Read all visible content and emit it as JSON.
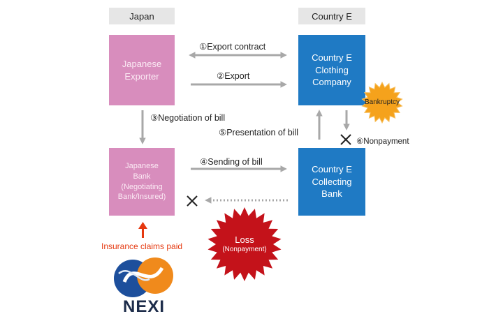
{
  "headers": {
    "left": "Japan",
    "right": "Country E"
  },
  "boxes": {
    "exporter": "Japanese\nExporter",
    "bank": "Japanese\nBank\n(Negotiating\nBank/Insured)",
    "clothing": "Country E\nClothing\nCompany",
    "collecting": "Country E\nCollecting\nBank"
  },
  "flows": {
    "f1": "①Export contract",
    "f2": "②Export",
    "f3": "③Negotiation of bill",
    "f4": "④Sending of bill",
    "f5": "⑤Presentation of bill",
    "f6": "⑥Nonpayment"
  },
  "burst_bankruptcy": "Bankruptcy",
  "burst_loss": {
    "title": "Loss",
    "sub": "(Nonpayment)"
  },
  "insurance": "Insurance claims paid",
  "logo_text": "NEXI",
  "colors": {
    "pink": "#d88dbd",
    "blue": "#1f7ac4",
    "arrow": "#a8a8a8",
    "red": "#e5380f",
    "loss": "#c4121a",
    "bankruptcy": "#f5a21c"
  }
}
